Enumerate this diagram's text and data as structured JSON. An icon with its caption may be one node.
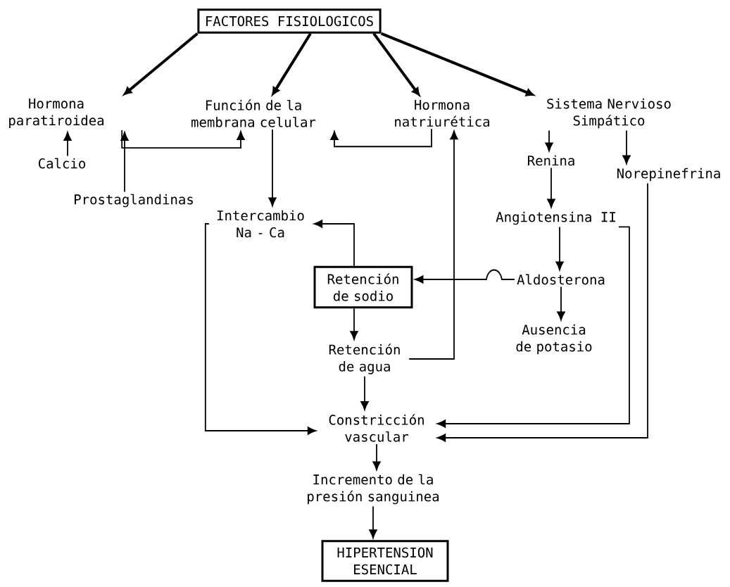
{
  "diagram": {
    "nodes": [
      {
        "text": [
          "FACTORES FISIOLOGICOS"
        ]
      },
      {
        "text": [
          "Hormona paratiroidea"
        ]
      },
      {
        "text": [
          "Función de la membrana celular"
        ]
      },
      {
        "text": [
          "Hormona natriurética"
        ]
      },
      {
        "text": [
          "Sistema Nervioso Simpático"
        ]
      },
      {
        "text": [
          "Calcio"
        ]
      },
      {
        "text": [
          "Prostaglandinas"
        ]
      },
      {
        "text": [
          "Renina"
        ]
      },
      {
        "text": [
          "Norepinefrina"
        ]
      },
      {
        "text": [
          "Intercambio Na - Ca"
        ]
      },
      {
        "text": [
          "Angiotensina II"
        ]
      },
      {
        "text": [
          "Retención de sodio"
        ]
      },
      {
        "text": [
          "Aldosterona"
        ]
      },
      {
        "text": [
          "Ausencia de potasio"
        ]
      },
      {
        "text": [
          "Retención de agua"
        ]
      },
      {
        "text": [
          "Constricción vascular"
        ]
      },
      {
        "text": [
          "Incremento de la presión sanguinea"
        ]
      },
      {
        "text": [
          "HIPERTENSION ESENCIAL"
        ]
      }
    ],
    "edges": [
      {
        "from": 0,
        "to": 1,
        "arrow": "to",
        "style": "thick"
      },
      {
        "from": 0,
        "to": 2,
        "arrow": "to",
        "style": "thick"
      },
      {
        "from": 0,
        "to": 3,
        "arrow": "to",
        "style": "thick"
      },
      {
        "from": 0,
        "to": 4,
        "arrow": "to",
        "style": "thick"
      },
      {
        "from": 5,
        "to": 1,
        "arrow": "to"
      },
      {
        "from": 6,
        "to": 1,
        "arrow": "to"
      },
      {
        "from": 1,
        "to": 2,
        "arrow": "to"
      },
      {
        "from": 3,
        "to": 2,
        "arrow": "to"
      },
      {
        "from": 2,
        "to": 9,
        "arrow": "to"
      },
      {
        "from": 11,
        "to": 9,
        "arrow": "to"
      },
      {
        "from": 9,
        "to": 15,
        "arrow": "to"
      },
      {
        "from": 12,
        "to": 11,
        "arrow": "to"
      },
      {
        "from": 11,
        "to": 14,
        "arrow": "to"
      },
      {
        "from": 14,
        "to": 3,
        "arrow": "to"
      },
      {
        "from": 14,
        "to": 15,
        "arrow": "to"
      },
      {
        "from": 4,
        "to": 7,
        "arrow": "to"
      },
      {
        "from": 4,
        "to": 8,
        "arrow": "to"
      },
      {
        "from": 7,
        "to": 10,
        "arrow": "to"
      },
      {
        "from": 10,
        "to": 12,
        "arrow": "to"
      },
      {
        "from": 12,
        "to": 13,
        "arrow": "to"
      },
      {
        "from": 10,
        "to": 15,
        "arrow": "to"
      },
      {
        "from": 8,
        "to": 15,
        "arrow": "to"
      },
      {
        "from": 15,
        "to": 16,
        "arrow": "to"
      },
      {
        "from": 16,
        "to": 17,
        "arrow": "to"
      }
    ]
  }
}
